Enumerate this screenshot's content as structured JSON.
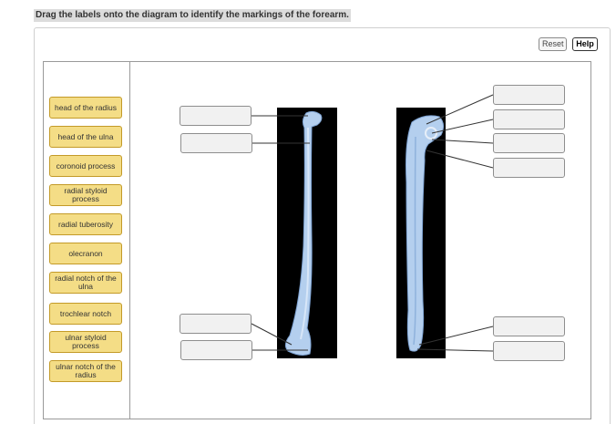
{
  "instruction": "Drag the labels onto the diagram to identify the markings of the forearm.",
  "buttons": {
    "reset": "Reset",
    "help": "Help"
  },
  "labels": [
    "head of the radius",
    "head of the ulna",
    "coronoid process",
    "radial styloid process",
    "radial tuberosity",
    "olecranon",
    "radial notch of the ulna",
    "trochlear notch",
    "ulnar styloid process",
    "ulnar notch of the radius"
  ],
  "colors": {
    "chip_fill": "#f4dd86",
    "chip_border": "#c39a28",
    "bone": "#aac8ea"
  }
}
